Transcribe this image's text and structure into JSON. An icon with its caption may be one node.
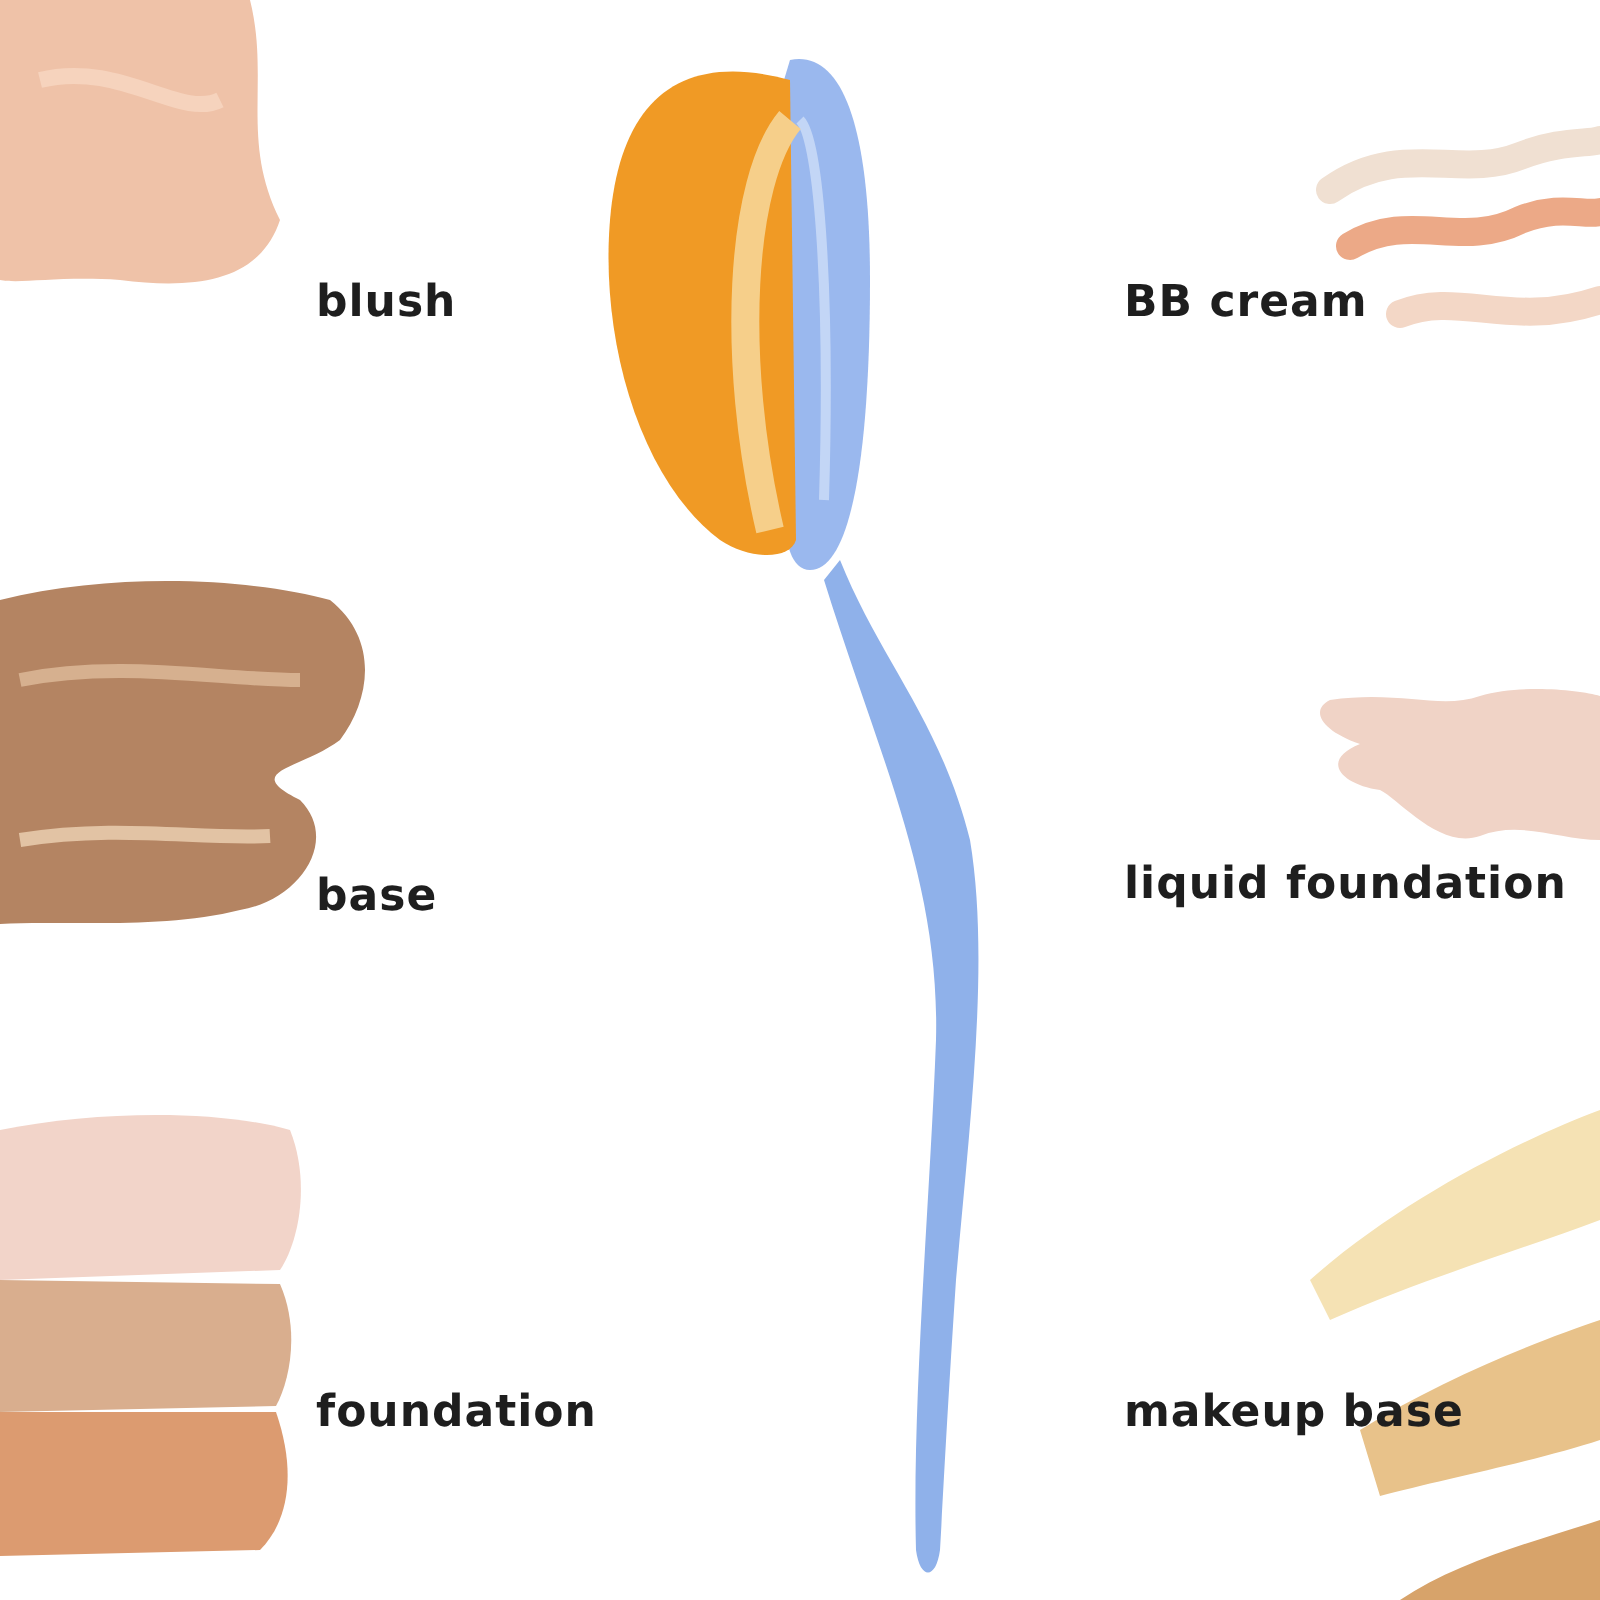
{
  "diagram": {
    "labels": [
      "blush",
      "BB cream",
      "base",
      "liquid foundation",
      "foundation",
      "makeup base"
    ]
  }
}
